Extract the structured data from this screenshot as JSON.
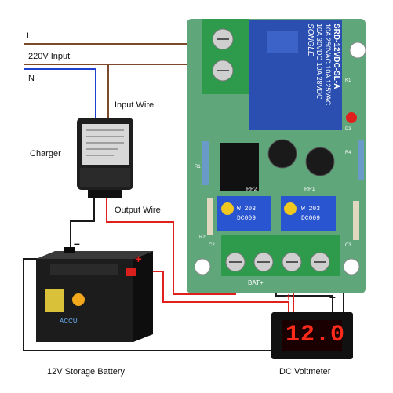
{
  "labels": {
    "line_l": "L",
    "ac_input": "220V Input",
    "line_n": "N",
    "input_wire": "Input Wire",
    "charger": "Charger",
    "output_wire": "Output Wire",
    "battery_caption": "12V Storage Battery",
    "voltmeter_caption": "DC Voltmeter"
  },
  "polarity": {
    "plus": "+",
    "minus": "–"
  },
  "relay": {
    "line1": "SRD-12VDC-SL-A",
    "line2": "10A 250VAC 10A 125VAC",
    "line3": "10A 30VDC 10A 28VDC",
    "brand": "SONGLE"
  },
  "pots": {
    "left_ref": "RP2",
    "right_ref": "RP1",
    "left_code": "W 203",
    "left_code2": "DC009",
    "right_code": "W 203",
    "right_code2": "DC009"
  },
  "board": {
    "terminal_label": "BAT+",
    "led_ref": "D3",
    "ref_k1": "K1",
    "ref_r1": "R1",
    "ref_r2": "R2",
    "ref_r4": "R4",
    "ref_c2": "C2",
    "ref_c3": "C3"
  },
  "voltmeter": {
    "reading": "12.0"
  },
  "colors": {
    "board_green": "#5fa67a",
    "relay_blue": "#2a4fb0",
    "terminal_green": "#2d9a4c",
    "wire_red": "#e0201c",
    "wire_black": "#1a1a1a",
    "wire_brown": "#7a4a2a",
    "wire_blue": "#1f3fd0",
    "display_red": "#ff2a1a"
  }
}
